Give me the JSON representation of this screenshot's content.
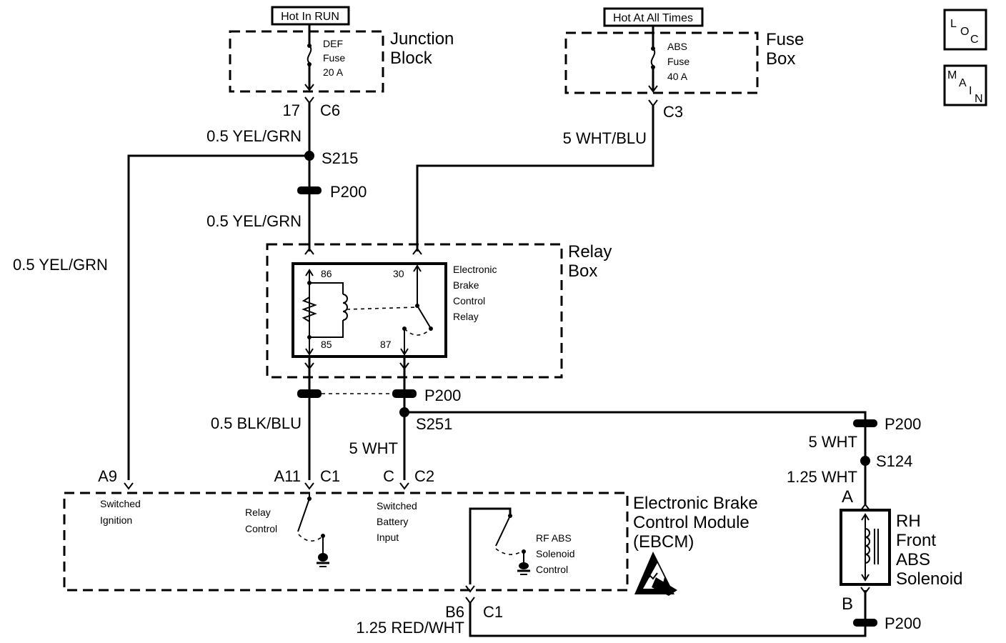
{
  "power_sources": {
    "hot_in_run": "Hot In RUN",
    "hot_at_all_times": "Hot At All Times"
  },
  "junction_block": {
    "name_line1": "Junction",
    "name_line2": "Block",
    "fuse_line1": "DEF",
    "fuse_line2": "Fuse",
    "fuse_line3": "20 A",
    "pin": "17",
    "connector": "C6"
  },
  "fuse_box": {
    "name_line1": "Fuse",
    "name_line2": "Box",
    "fuse_line1": "ABS",
    "fuse_line2": "Fuse",
    "fuse_line3": "40 A",
    "connector": "C3"
  },
  "icons": {
    "loc": [
      "L",
      "O",
      "C"
    ],
    "main": [
      "M",
      "A",
      "I",
      "N"
    ]
  },
  "wires": {
    "yel_grn_top": "0.5 YEL/GRN",
    "yel_grn_mid": "0.5 YEL/GRN",
    "yel_grn_left": "0.5 YEL/GRN",
    "wht_blu": "5 WHT/BLU",
    "blk_blu": "0.5 BLK/BLU",
    "wht_mid": "5 WHT",
    "wht_right": "5 WHT",
    "wht_125": "1.25 WHT",
    "red_wht": "1.25 RED/WHT"
  },
  "splices": {
    "s215": "S215",
    "s251": "S251",
    "s124": "S124"
  },
  "connectors": {
    "p200": "P200"
  },
  "relay_box": {
    "name_line1": "Relay",
    "name_line2": "Box",
    "relay_line1": "Electronic",
    "relay_line2": "Brake",
    "relay_line3": "Control",
    "relay_line4": "Relay",
    "pin86": "86",
    "pin85": "85",
    "pin30": "30",
    "pin87": "87"
  },
  "ebcm": {
    "name_line1": "Electronic Brake",
    "name_line2": "Control Module",
    "name_line3": "(EBCM)",
    "pin_a9": "A9",
    "pin_a11": "A11",
    "pin_c": "C",
    "pin_b6": "B6",
    "conn_c1_a": "C1",
    "conn_c2": "C2",
    "conn_c1_b": "C1",
    "switched_ign_line1": "Switched",
    "switched_ign_line2": "Ignition",
    "relay_ctrl_line1": "Relay",
    "relay_ctrl_line2": "Control",
    "batt_line1": "Switched",
    "batt_line2": "Battery",
    "batt_line3": "Input",
    "rf_line1": "RF ABS",
    "rf_line2": "Solenoid",
    "rf_line3": "Control"
  },
  "solenoid": {
    "line1": "RH",
    "line2": "Front",
    "line3": "ABS",
    "line4": "Solenoid",
    "pin_a": "A",
    "pin_b": "B"
  }
}
